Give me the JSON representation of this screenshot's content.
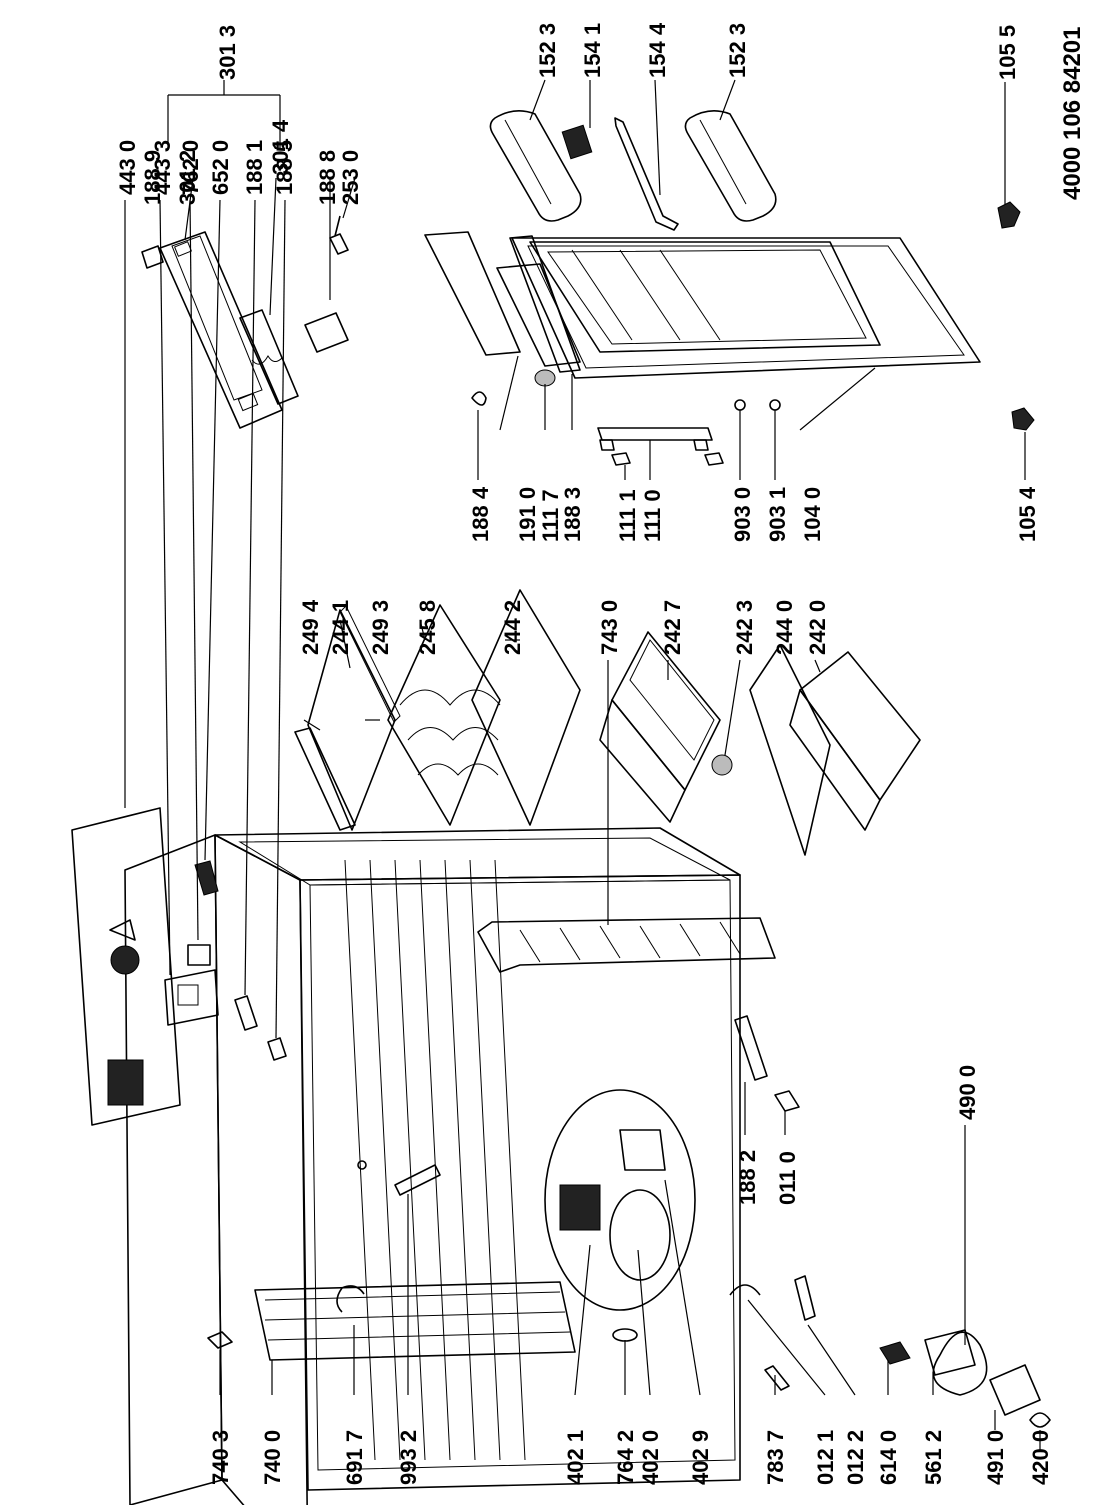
{
  "document": {
    "code": "4000 106 84201"
  },
  "parts": {
    "p3013": "301 3",
    "p1889": "188 9",
    "p3012": "301 2",
    "p3014": "301 4",
    "p1888": "188 8",
    "p2530": "253 0",
    "p1523a": "152 3",
    "p1541": "154 1",
    "p1544": "154 4",
    "p1523b": "152 3",
    "p1055": "105 5",
    "p1884": "188 4",
    "p1910": "191 0",
    "p1117": "111 7",
    "p1883": "188 3",
    "p1111": "111 1",
    "p1110": "111 0",
    "p9030": "903 0",
    "p9031": "903 1",
    "p1040": "104 0",
    "p1054": "105 4",
    "p2494": "249 4",
    "p2441": "244 1",
    "p2493": "249 3",
    "p2458": "245 8",
    "p2442": "244 2",
    "p7430": "743 0",
    "p2427": "242 7",
    "p2423": "242 3",
    "p2440": "244 0",
    "p2420": "242 0",
    "p4430": "443 0",
    "p4433": "443 3",
    "p7620": "762 0",
    "p6520": "652 0",
    "p1881": "188 1",
    "p1885": "188 5",
    "p1882": "188 2",
    "p0110": "011 0",
    "p4900": "490 0",
    "p7403": "740 3",
    "p7400": "740 0",
    "p6917": "691 7",
    "p9932": "993 2",
    "p4021": "402 1",
    "p7642": "764 2",
    "p4020": "402 0",
    "p4029": "402 9",
    "p7837": "783 7",
    "p0121": "012 1",
    "p0122": "012 2",
    "p6140": "614 0",
    "p5612": "561 2",
    "p4910": "491 0",
    "p4200": "420 0"
  }
}
